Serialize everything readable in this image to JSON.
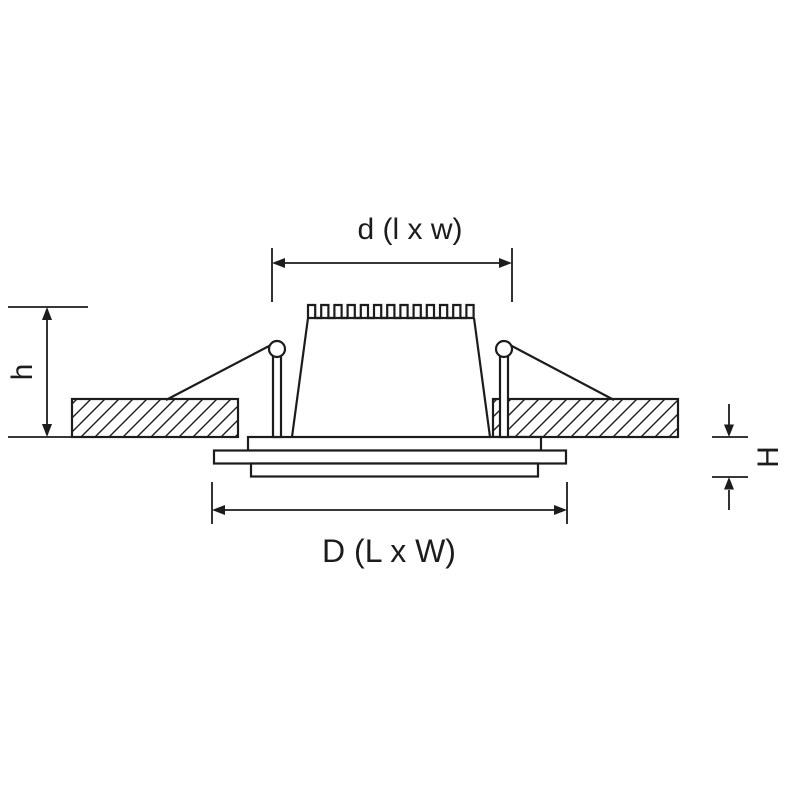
{
  "diagram": {
    "labels": {
      "cutout": "d (l x w)",
      "height_above": "h",
      "height_below": "H",
      "overall": "D (L x W)"
    },
    "colors": {
      "line": "#1c1c1c",
      "background": "#ffffff"
    }
  }
}
